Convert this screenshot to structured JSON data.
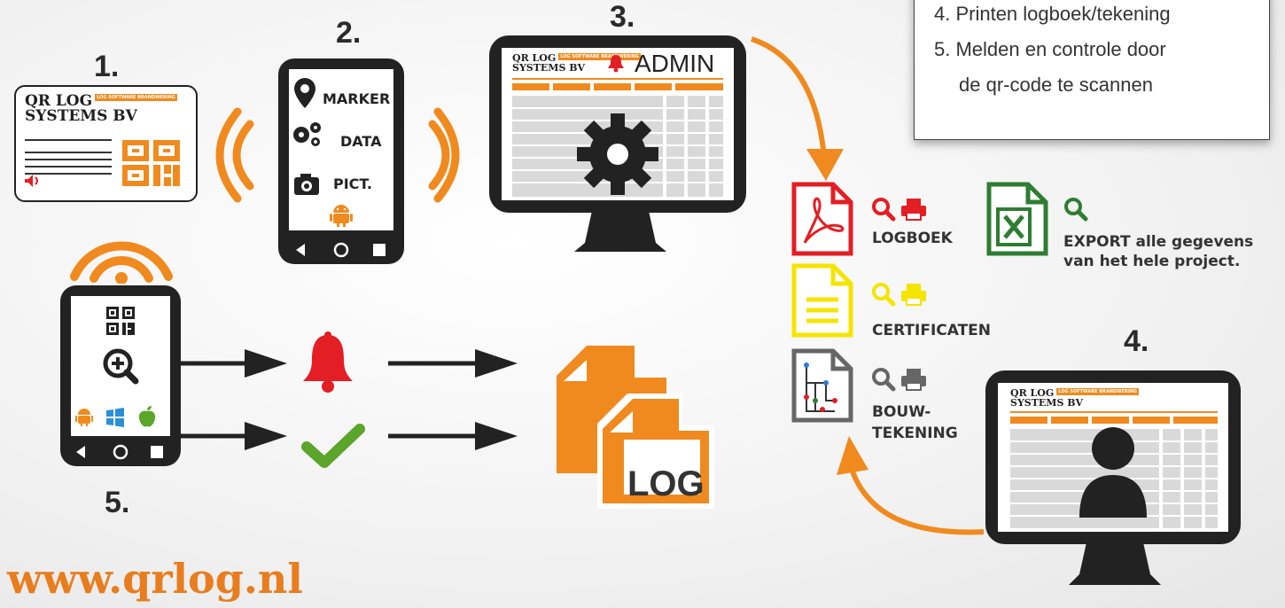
{
  "steps": {
    "s1": "1.",
    "s2": "2.",
    "s3": "3.",
    "s4": "4.",
    "s5": "5."
  },
  "note": {
    "line1": "4. Printen logboek/tekening",
    "line2": "5. Melden en controle door",
    "line3": "de qr-code te scannen"
  },
  "brand": {
    "line1": "QR LOG",
    "line2": "SYSTEMS BV",
    "tag": "LOG SOFTWARE BRANDWERING"
  },
  "phone2": {
    "marker": "MARKER",
    "data": "DATA",
    "pict": "PICT."
  },
  "monitor3": {
    "admin": "ADMIN"
  },
  "docs": {
    "logboek": "LOGBOEK",
    "export_line1": "EXPORT alle gegevens",
    "export_line2": "van het hele project.",
    "certificaten": "CERTIFICATEN",
    "bouw_line1": "BOUW-",
    "bouw_line2": "TEKENING"
  },
  "log_label": "LOG",
  "url": "www.qrlog.nl",
  "colors": {
    "orange": "#f08a1e",
    "red": "#e31e24",
    "green": "#2e7d32",
    "yellow": "#f5e400",
    "gray": "#666666",
    "check": "#5aa52a"
  }
}
